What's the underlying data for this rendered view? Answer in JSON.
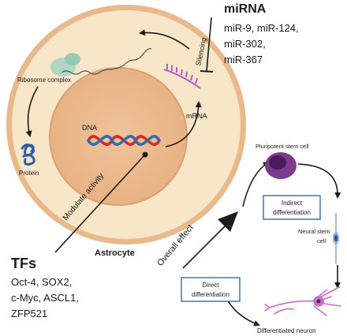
{
  "cell": {
    "label": "Astrocyte",
    "colors": {
      "cytoplasm": "#f8e6c9",
      "membrane": "#e9b98c",
      "nucleus": "#efc39a",
      "nucleus_ring": "#e3a87a"
    }
  },
  "labels": {
    "ribosome": "Ribosome complex",
    "protein": "Protein",
    "dna": "DNA",
    "mrna": "mRNA",
    "silencing": "Silencing",
    "modulate": "Modulate activity",
    "overall": "Overall effect",
    "pluripotent": "Pluripotent stem cell",
    "neural_stem_line1": "Neural stem",
    "neural_stem_line2": "cell",
    "differentiated": "Differentiated neuron"
  },
  "mirna": {
    "title": "miRNA",
    "lines": [
      "miR-9, miR-124,",
      "miR-302,",
      "miR-367"
    ]
  },
  "tfs": {
    "title": "TFs",
    "lines": [
      "Oct-4, SOX2,",
      "c-Myc, ASCL1,",
      "ZFP521"
    ]
  },
  "boxes": {
    "indirect": [
      "Indirect",
      "differentiation"
    ],
    "direct": [
      "Direct",
      "differentiation"
    ]
  },
  "colors": {
    "dna_red": "#d7262c",
    "dna_blue": "#2a6fb3",
    "mrna": "#b75fc4",
    "stem_cell": "#7c3b8f",
    "neuron": "#c66fc7",
    "protein": "#2e5aa8",
    "ribosome": "#a6d5c2"
  }
}
